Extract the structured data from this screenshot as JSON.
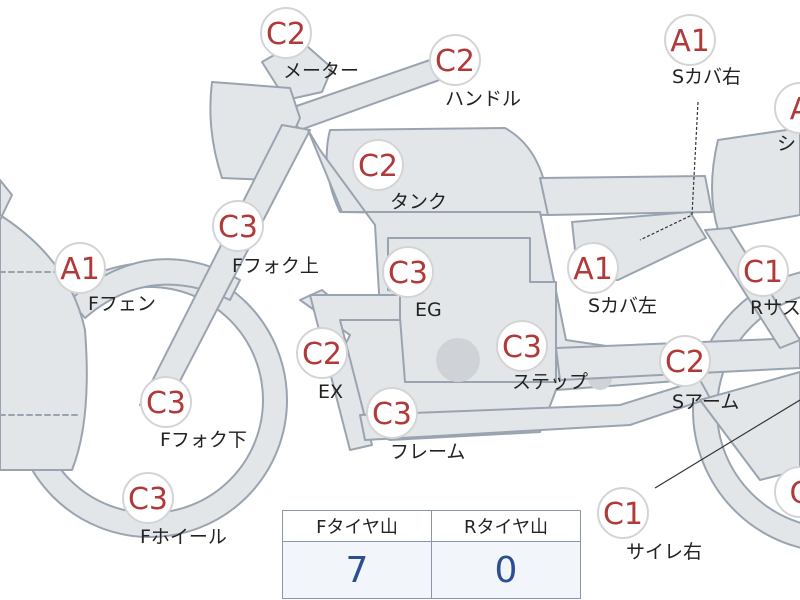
{
  "parts": [
    {
      "id": "meter",
      "label": "メーター",
      "grade": "C2"
    },
    {
      "id": "handle",
      "label": "ハンドル",
      "grade": "C2"
    },
    {
      "id": "s-cover-right",
      "label": "Sカバ右",
      "grade": "A1"
    },
    {
      "id": "seat",
      "label": "シ",
      "grade": "A"
    },
    {
      "id": "tank",
      "label": "タンク",
      "grade": "C2"
    },
    {
      "id": "f-fender",
      "label": "Fフェン",
      "grade": "A1"
    },
    {
      "id": "f-fork-upper",
      "label": "Fフォク上",
      "grade": "C3"
    },
    {
      "id": "engine",
      "label": "EG",
      "grade": "C3"
    },
    {
      "id": "s-cover-left",
      "label": "Sカバ左",
      "grade": "A1"
    },
    {
      "id": "r-suspension",
      "label": "Rサス",
      "grade": "C1"
    },
    {
      "id": "exhaust",
      "label": "EX",
      "grade": "C2"
    },
    {
      "id": "step",
      "label": "ステップ",
      "grade": "C3"
    },
    {
      "id": "swing-arm",
      "label": "Sアーム",
      "grade": "C2"
    },
    {
      "id": "f-fork-lower",
      "label": "Fフォク下",
      "grade": "C3"
    },
    {
      "id": "frame",
      "label": "フレーム",
      "grade": "C3"
    },
    {
      "id": "f-wheel",
      "label": "Fホイール",
      "grade": "C3"
    },
    {
      "id": "silencer-right",
      "label": "サイレ右",
      "grade": "C1"
    },
    {
      "id": "r-wheel",
      "label": "",
      "grade": "C"
    }
  ],
  "tread": {
    "front_label": "Fタイヤ山",
    "rear_label": "Rタイヤ山",
    "front_value": "7",
    "rear_value": "0"
  },
  "colors": {
    "part_fill": "#e3e6e9",
    "part_stroke": "#9aa4b0",
    "grade_text": "#b03a3a",
    "badge_fill": "#ffffff",
    "badge_stroke": "#d4d4d4",
    "tread_value": "#2e4f8f"
  }
}
